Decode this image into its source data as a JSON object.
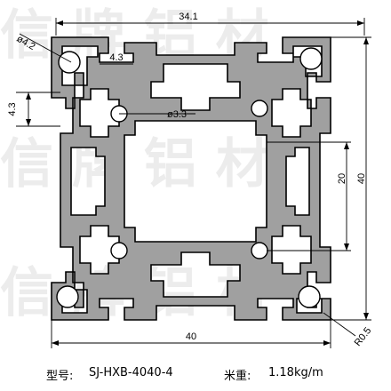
{
  "dimensions": {
    "top_width": "34.1",
    "slot_width": "4.3",
    "slot_height": "4.3",
    "large_hole_dia": "ø4.2",
    "small_hole_dia": "ø3.3",
    "inner_height": "20",
    "outer_height": "40",
    "outer_width": "40",
    "corner_radius": "R0.5"
  },
  "footer": {
    "model_label": "型号:",
    "model_value": "SJ-HXB-4040-4",
    "weight_label": "米重:",
    "weight_value": "1.18kg/m"
  },
  "watermark": {
    "row1": "信 牌 铝 材",
    "row2": "信 牌 铝 材",
    "row3": "信 牌 铝 材"
  },
  "colors": {
    "profile_fill": "#9a9a9a",
    "profile_stroke": "#000000",
    "dimension_line": "#000000"
  }
}
